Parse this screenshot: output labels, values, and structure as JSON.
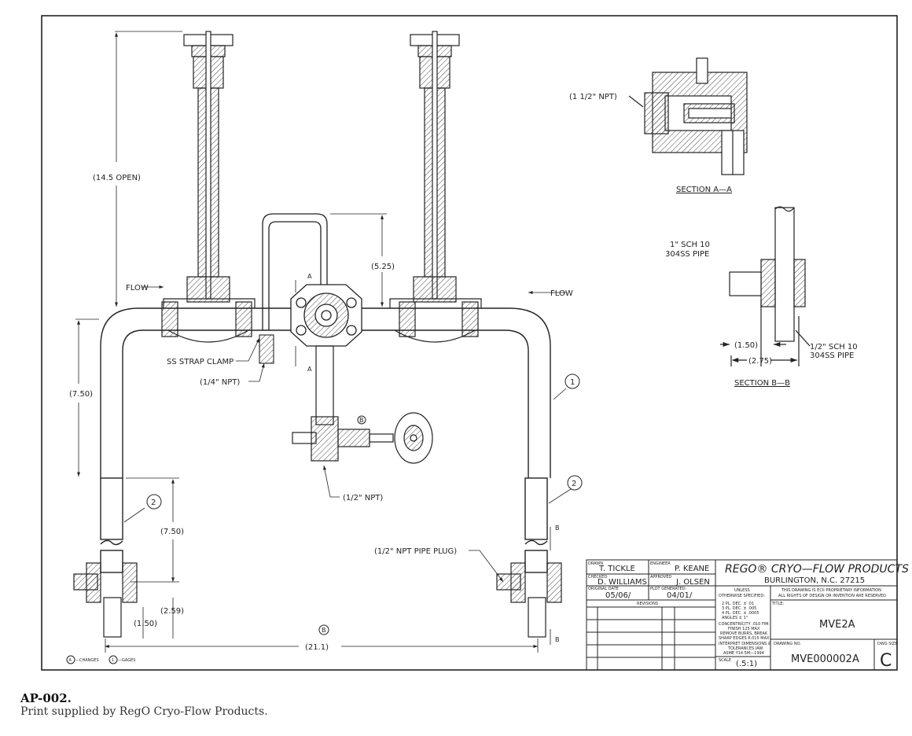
{
  "labels": {
    "open_dim": "(14.5 OPEN)",
    "flow_left": "FLOW",
    "flow_right": "FLOW",
    "dim_525": "(5.25)",
    "strap_clamp": "SS STRAP CLAMP",
    "npt_quarter": "(1/4\" NPT)",
    "dim_750_upper": "(7.50)",
    "dim_750_lower": "(7.50)",
    "npt_half": "(1/2\" NPT)",
    "pipe_plug": "(1/2\" NPT PIPE PLUG)",
    "dim_259": "(2.59)",
    "dim_150": "(1.50)",
    "dim_211": "(21.1)",
    "sec_a_top": "A",
    "sec_a_bottom": "A",
    "sec_b_top": "B",
    "sec_b_bottom": "B",
    "rev_b_marker": "B",
    "balloon_1": "1",
    "balloon_2_left": "2",
    "balloon_2_right": "2",
    "legend_a_symbol": "A",
    "legend_a_text": "—CHANGES",
    "legend_1_symbol": "1",
    "legend_1_text": "—GAGES",
    "secaa_npt": "(1 1/2\" NPT)",
    "secaa_title": "SECTION A—A",
    "secbb_pipe1_line1": "1\" SCH 10",
    "secbb_pipe1_line2": "304SS PIPE",
    "secbb_dim150": "(1.50)",
    "secbb_dim275": "(2.75)",
    "secbb_pipe2_line1": "1/2\" SCH 10",
    "secbb_pipe2_line2": "304SS PIPE",
    "secbb_title": "SECTION B—B"
  },
  "title_block": {
    "drawn_label": "DRAWN",
    "drawn": "T. TICKLE",
    "engineer_label": "ENGINEER",
    "engineer": "P. KEANE",
    "checked_label": "CHECKED",
    "checked": "D. WILLIAMS",
    "approved_label": "APPROVED",
    "approved": "J. OLSEN",
    "original_date_label": "ORIGINAL DATE",
    "original_date": "05/06/",
    "plot_generated_label": "PLOT GENERATED:",
    "plot_generated": "04/01/",
    "revisions_label": "REVISIONS",
    "company_name": "REGO® CRYO—FLOW PRODUCTS",
    "company_location": "BURLINGTON, N.C. 27215",
    "proprietary_line1": "THIS DRAWING IS ECII PROPRIETARY INFORMATION",
    "proprietary_line2": "ALL RIGHTS OF DESIGN OR INVENTION ARE RESERVED",
    "tolerance_lines": [
      "UNLESS",
      "OTHERWISE SPECIFIED:",
      "2 PL. DEC. ± .01",
      "3 PL. DEC. ± .005",
      "4 PL. DEC. ± .0005",
      "ANGLES ± 1°",
      "CONCENTRICITY .010 FIM",
      "FINISH 125 MAX",
      "REMOVE BURRS, BREAK",
      "SHARP EDGES R.015 MAX",
      "INTERPRET DIMENSIONS &",
      "TOLERANCES IAW",
      "ASME Y14.5M—1994"
    ],
    "title_label": "TITLE:",
    "title": "MVE2A",
    "drawing_no_label": "DRAWING NO.",
    "drawing_no": "MVE000002A",
    "dwg_size_label": "DWG SIZE",
    "dwg_size": "C",
    "scale_label": "SCALE",
    "scale": "(.5:1)"
  },
  "caption": {
    "code": "AP-002.",
    "text": "Print supplied by RegO Cryo-Flow Products."
  }
}
